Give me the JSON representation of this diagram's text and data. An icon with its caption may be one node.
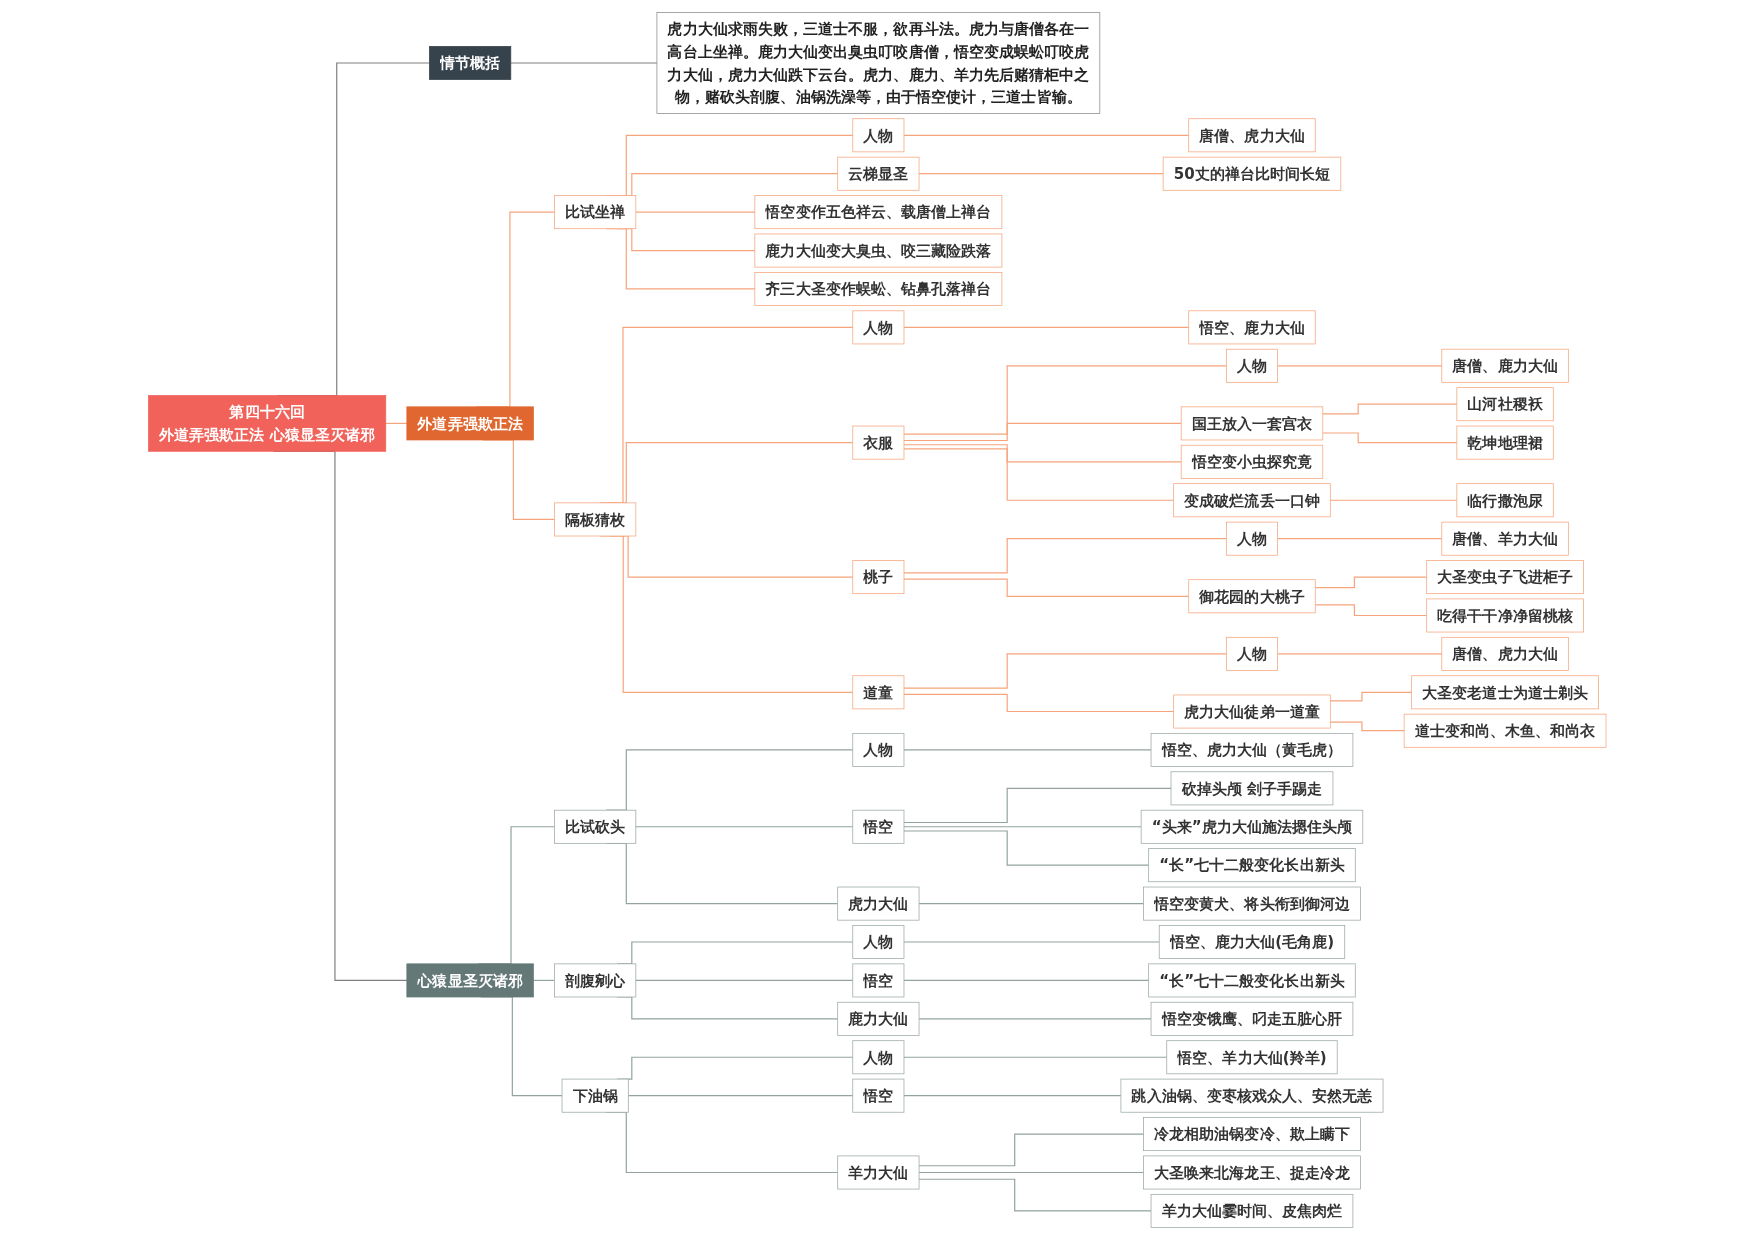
{
  "diagram": {
    "nodes": [
      {
        "text": [
          "第四十六回",
          "外道弄强欺正法 心猿显圣灭诸邪"
        ]
      },
      {
        "text": [
          "情节概括"
        ]
      },
      {
        "text": [
          "虎力大仙求雨失败，三道士不服，欲再斗法。虎力与唐僧各在一高台上坐禅。鹿力大仙变出臭虫叮咬唐僧，悟空变成蜈蚣叮咬虎力大仙，虎力大仙跌下云台。虎力、鹿力、羊力先后赌猜柜中之物，赌砍头剖腹、油锅洗澡等，由于悟空使计，三道士皆输。"
        ]
      },
      {
        "text": [
          "外道弄强欺正法"
        ]
      },
      {
        "text": [
          "比试坐禅"
        ]
      },
      {
        "text": [
          "人物"
        ]
      },
      {
        "text": [
          "唐僧、虎力大仙"
        ]
      },
      {
        "text": [
          "云梯显圣"
        ]
      },
      {
        "text": [
          "50丈的禅台比时间长短"
        ]
      },
      {
        "text": [
          "悟空变作五色祥云、载唐僧上禅台"
        ]
      },
      {
        "text": [
          "鹿力大仙变大臭虫、咬三藏险跌落"
        ]
      },
      {
        "text": [
          "齐三大圣变作蜈蚣、钻鼻孔落禅台"
        ]
      },
      {
        "text": [
          "隔板猜枚"
        ]
      },
      {
        "text": [
          "人物"
        ]
      },
      {
        "text": [
          "悟空、鹿力大仙"
        ]
      },
      {
        "text": [
          "衣服"
        ]
      },
      {
        "text": [
          "人物"
        ]
      },
      {
        "text": [
          "唐僧、鹿力大仙"
        ]
      },
      {
        "text": [
          "国王放入一套宫衣"
        ]
      },
      {
        "text": [
          "山河社稷袄"
        ]
      },
      {
        "text": [
          "乾坤地理裙"
        ]
      },
      {
        "text": [
          "悟空变小虫探究竟"
        ]
      },
      {
        "text": [
          "变成破烂流丢一口钟"
        ]
      },
      {
        "text": [
          "临行撒泡尿"
        ]
      },
      {
        "text": [
          "桃子"
        ]
      },
      {
        "text": [
          "人物"
        ]
      },
      {
        "text": [
          "唐僧、羊力大仙"
        ]
      },
      {
        "text": [
          "御花园的大桃子"
        ]
      },
      {
        "text": [
          "大圣变虫子飞进柜子"
        ]
      },
      {
        "text": [
          "吃得干干净净留桃核"
        ]
      },
      {
        "text": [
          "道童"
        ]
      },
      {
        "text": [
          "人物"
        ]
      },
      {
        "text": [
          "唐僧、虎力大仙"
        ]
      },
      {
        "text": [
          "虎力大仙徒弟一道童"
        ]
      },
      {
        "text": [
          "大圣变老道士为道士剃头"
        ]
      },
      {
        "text": [
          "道士变和尚、木鱼、和尚衣"
        ]
      },
      {
        "text": [
          "心猿显圣灭诸邪"
        ]
      },
      {
        "text": [
          "比试砍头"
        ]
      },
      {
        "text": [
          "人物"
        ]
      },
      {
        "text": [
          "悟空、虎力大仙（黄毛虎）"
        ]
      },
      {
        "text": [
          "悟空"
        ]
      },
      {
        "text": [
          "砍掉头颅 刽子手踢走"
        ]
      },
      {
        "text": [
          "“头来”虎力大仙施法摁住头颅"
        ]
      },
      {
        "text": [
          "“长”七十二般变化长出新头"
        ]
      },
      {
        "text": [
          "虎力大仙"
        ]
      },
      {
        "text": [
          "悟空变黄犬、将头衔到御河边"
        ]
      },
      {
        "text": [
          "剖腹剜心"
        ]
      },
      {
        "text": [
          "人物"
        ]
      },
      {
        "text": [
          "悟空、鹿力大仙(毛角鹿)"
        ]
      },
      {
        "text": [
          "悟空"
        ]
      },
      {
        "text": [
          "“长”七十二般变化长出新头"
        ]
      },
      {
        "text": [
          "鹿力大仙"
        ]
      },
      {
        "text": [
          "悟空变饿鹰、叼走五脏心肝"
        ]
      },
      {
        "text": [
          "下油锅"
        ]
      },
      {
        "text": [
          "人物"
        ]
      },
      {
        "text": [
          "悟空、羊力大仙(羚羊)"
        ]
      },
      {
        "text": [
          "悟空"
        ]
      },
      {
        "text": [
          "跳入油锅、变枣核戏众人、安然无恙"
        ]
      },
      {
        "text": [
          "羊力大仙"
        ]
      },
      {
        "text": [
          "冷龙相助油锅变冷、欺上瞒下"
        ]
      },
      {
        "text": [
          "大圣唤来北海龙王、捉走冷龙"
        ]
      },
      {
        "text": [
          "羊力大仙霎时间、皮焦肉烂"
        ]
      }
    ],
    "edges": [
      {
        "from": 0,
        "to": 1,
        "arrow": "none",
        "color": "#808080"
      },
      {
        "from": 1,
        "to": 2,
        "arrow": "none",
        "color": "#808080"
      },
      {
        "from": 0,
        "to": 3,
        "arrow": "none"
      },
      {
        "from": 3,
        "to": 4,
        "arrow": "none"
      },
      {
        "from": 4,
        "to": 5,
        "arrow": "none"
      },
      {
        "from": 5,
        "to": 6,
        "arrow": "none"
      },
      {
        "from": 4,
        "to": 7,
        "arrow": "none"
      },
      {
        "from": 7,
        "to": 8,
        "arrow": "none"
      },
      {
        "from": 4,
        "to": 9,
        "arrow": "none"
      },
      {
        "from": 4,
        "to": 10,
        "arrow": "none"
      },
      {
        "from": 4,
        "to": 11,
        "arrow": "none"
      },
      {
        "from": 3,
        "to": 12,
        "arrow": "none"
      },
      {
        "from": 12,
        "to": 13,
        "arrow": "none"
      },
      {
        "from": 13,
        "to": 14,
        "arrow": "none"
      },
      {
        "from": 12,
        "to": 15,
        "arrow": "none"
      },
      {
        "from": 15,
        "to": 16,
        "arrow": "none"
      },
      {
        "from": 16,
        "to": 17,
        "arrow": "none"
      },
      {
        "from": 15,
        "to": 18,
        "arrow": "none"
      },
      {
        "from": 18,
        "to": 19,
        "arrow": "none"
      },
      {
        "from": 18,
        "to": 20,
        "arrow": "none"
      },
      {
        "from": 15,
        "to": 21,
        "arrow": "none"
      },
      {
        "from": 15,
        "to": 22,
        "arrow": "none"
      },
      {
        "from": 22,
        "to": 23,
        "arrow": "none"
      },
      {
        "from": 12,
        "to": 24,
        "arrow": "none"
      },
      {
        "from": 24,
        "to": 25,
        "arrow": "none"
      },
      {
        "from": 25,
        "to": 26,
        "arrow": "none"
      },
      {
        "from": 24,
        "to": 27,
        "arrow": "none"
      },
      {
        "from": 27,
        "to": 28,
        "arrow": "none"
      },
      {
        "from": 27,
        "to": 29,
        "arrow": "none"
      },
      {
        "from": 12,
        "to": 30,
        "arrow": "none"
      },
      {
        "from": 30,
        "to": 31,
        "arrow": "none"
      },
      {
        "from": 31,
        "to": 32,
        "arrow": "none"
      },
      {
        "from": 30,
        "to": 33,
        "arrow": "none"
      },
      {
        "from": 33,
        "to": 34,
        "arrow": "none"
      },
      {
        "from": 33,
        "to": 35,
        "arrow": "none"
      },
      {
        "from": 0,
        "to": 36,
        "arrow": "none",
        "color": "#808080"
      },
      {
        "from": 36,
        "to": 37,
        "arrow": "none",
        "color": "#93a3a0"
      },
      {
        "from": 37,
        "to": 38,
        "arrow": "none",
        "color": "#93a3a0"
      },
      {
        "from": 38,
        "to": 39,
        "arrow": "none",
        "color": "#93a3a0"
      },
      {
        "from": 37,
        "to": 40,
        "arrow": "none",
        "color": "#93a3a0"
      },
      {
        "from": 40,
        "to": 41,
        "arrow": "none",
        "color": "#93a3a0"
      },
      {
        "from": 40,
        "to": 42,
        "arrow": "none",
        "color": "#93a3a0"
      },
      {
        "from": 40,
        "to": 43,
        "arrow": "none",
        "color": "#93a3a0"
      },
      {
        "from": 37,
        "to": 44,
        "arrow": "none",
        "color": "#93a3a0"
      },
      {
        "from": 44,
        "to": 45,
        "arrow": "none",
        "color": "#93a3a0"
      },
      {
        "from": 36,
        "to": 46,
        "arrow": "none",
        "color": "#93a3a0"
      },
      {
        "from": 46,
        "to": 47,
        "arrow": "none",
        "color": "#93a3a0"
      },
      {
        "from": 47,
        "to": 48,
        "arrow": "none",
        "color": "#93a3a0"
      },
      {
        "from": 46,
        "to": 49,
        "arrow": "none",
        "color": "#93a3a0"
      },
      {
        "from": 49,
        "to": 50,
        "arrow": "none",
        "color": "#93a3a0"
      },
      {
        "from": 46,
        "to": 51,
        "arrow": "none",
        "color": "#93a3a0"
      },
      {
        "from": 51,
        "to": 52,
        "arrow": "none",
        "color": "#93a3a0"
      },
      {
        "from": 36,
        "to": 53,
        "arrow": "none",
        "color": "#93a3a0"
      },
      {
        "from": 53,
        "to": 54,
        "arrow": "none",
        "color": "#93a3a0"
      },
      {
        "from": 54,
        "to": 55,
        "arrow": "none",
        "color": "#93a3a0"
      },
      {
        "from": 53,
        "to": 56,
        "arrow": "none",
        "color": "#93a3a0"
      },
      {
        "from": 56,
        "to": 57,
        "arrow": "none",
        "color": "#93a3a0"
      },
      {
        "from": 53,
        "to": 58,
        "arrow": "none",
        "color": "#93a3a0"
      },
      {
        "from": 58,
        "to": 59,
        "arrow": "none",
        "color": "#93a3a0"
      },
      {
        "from": 58,
        "to": 60,
        "arrow": "none",
        "color": "#93a3a0"
      },
      {
        "from": 58,
        "to": 61,
        "arrow": "none",
        "color": "#93a3a0"
      }
    ]
  }
}
